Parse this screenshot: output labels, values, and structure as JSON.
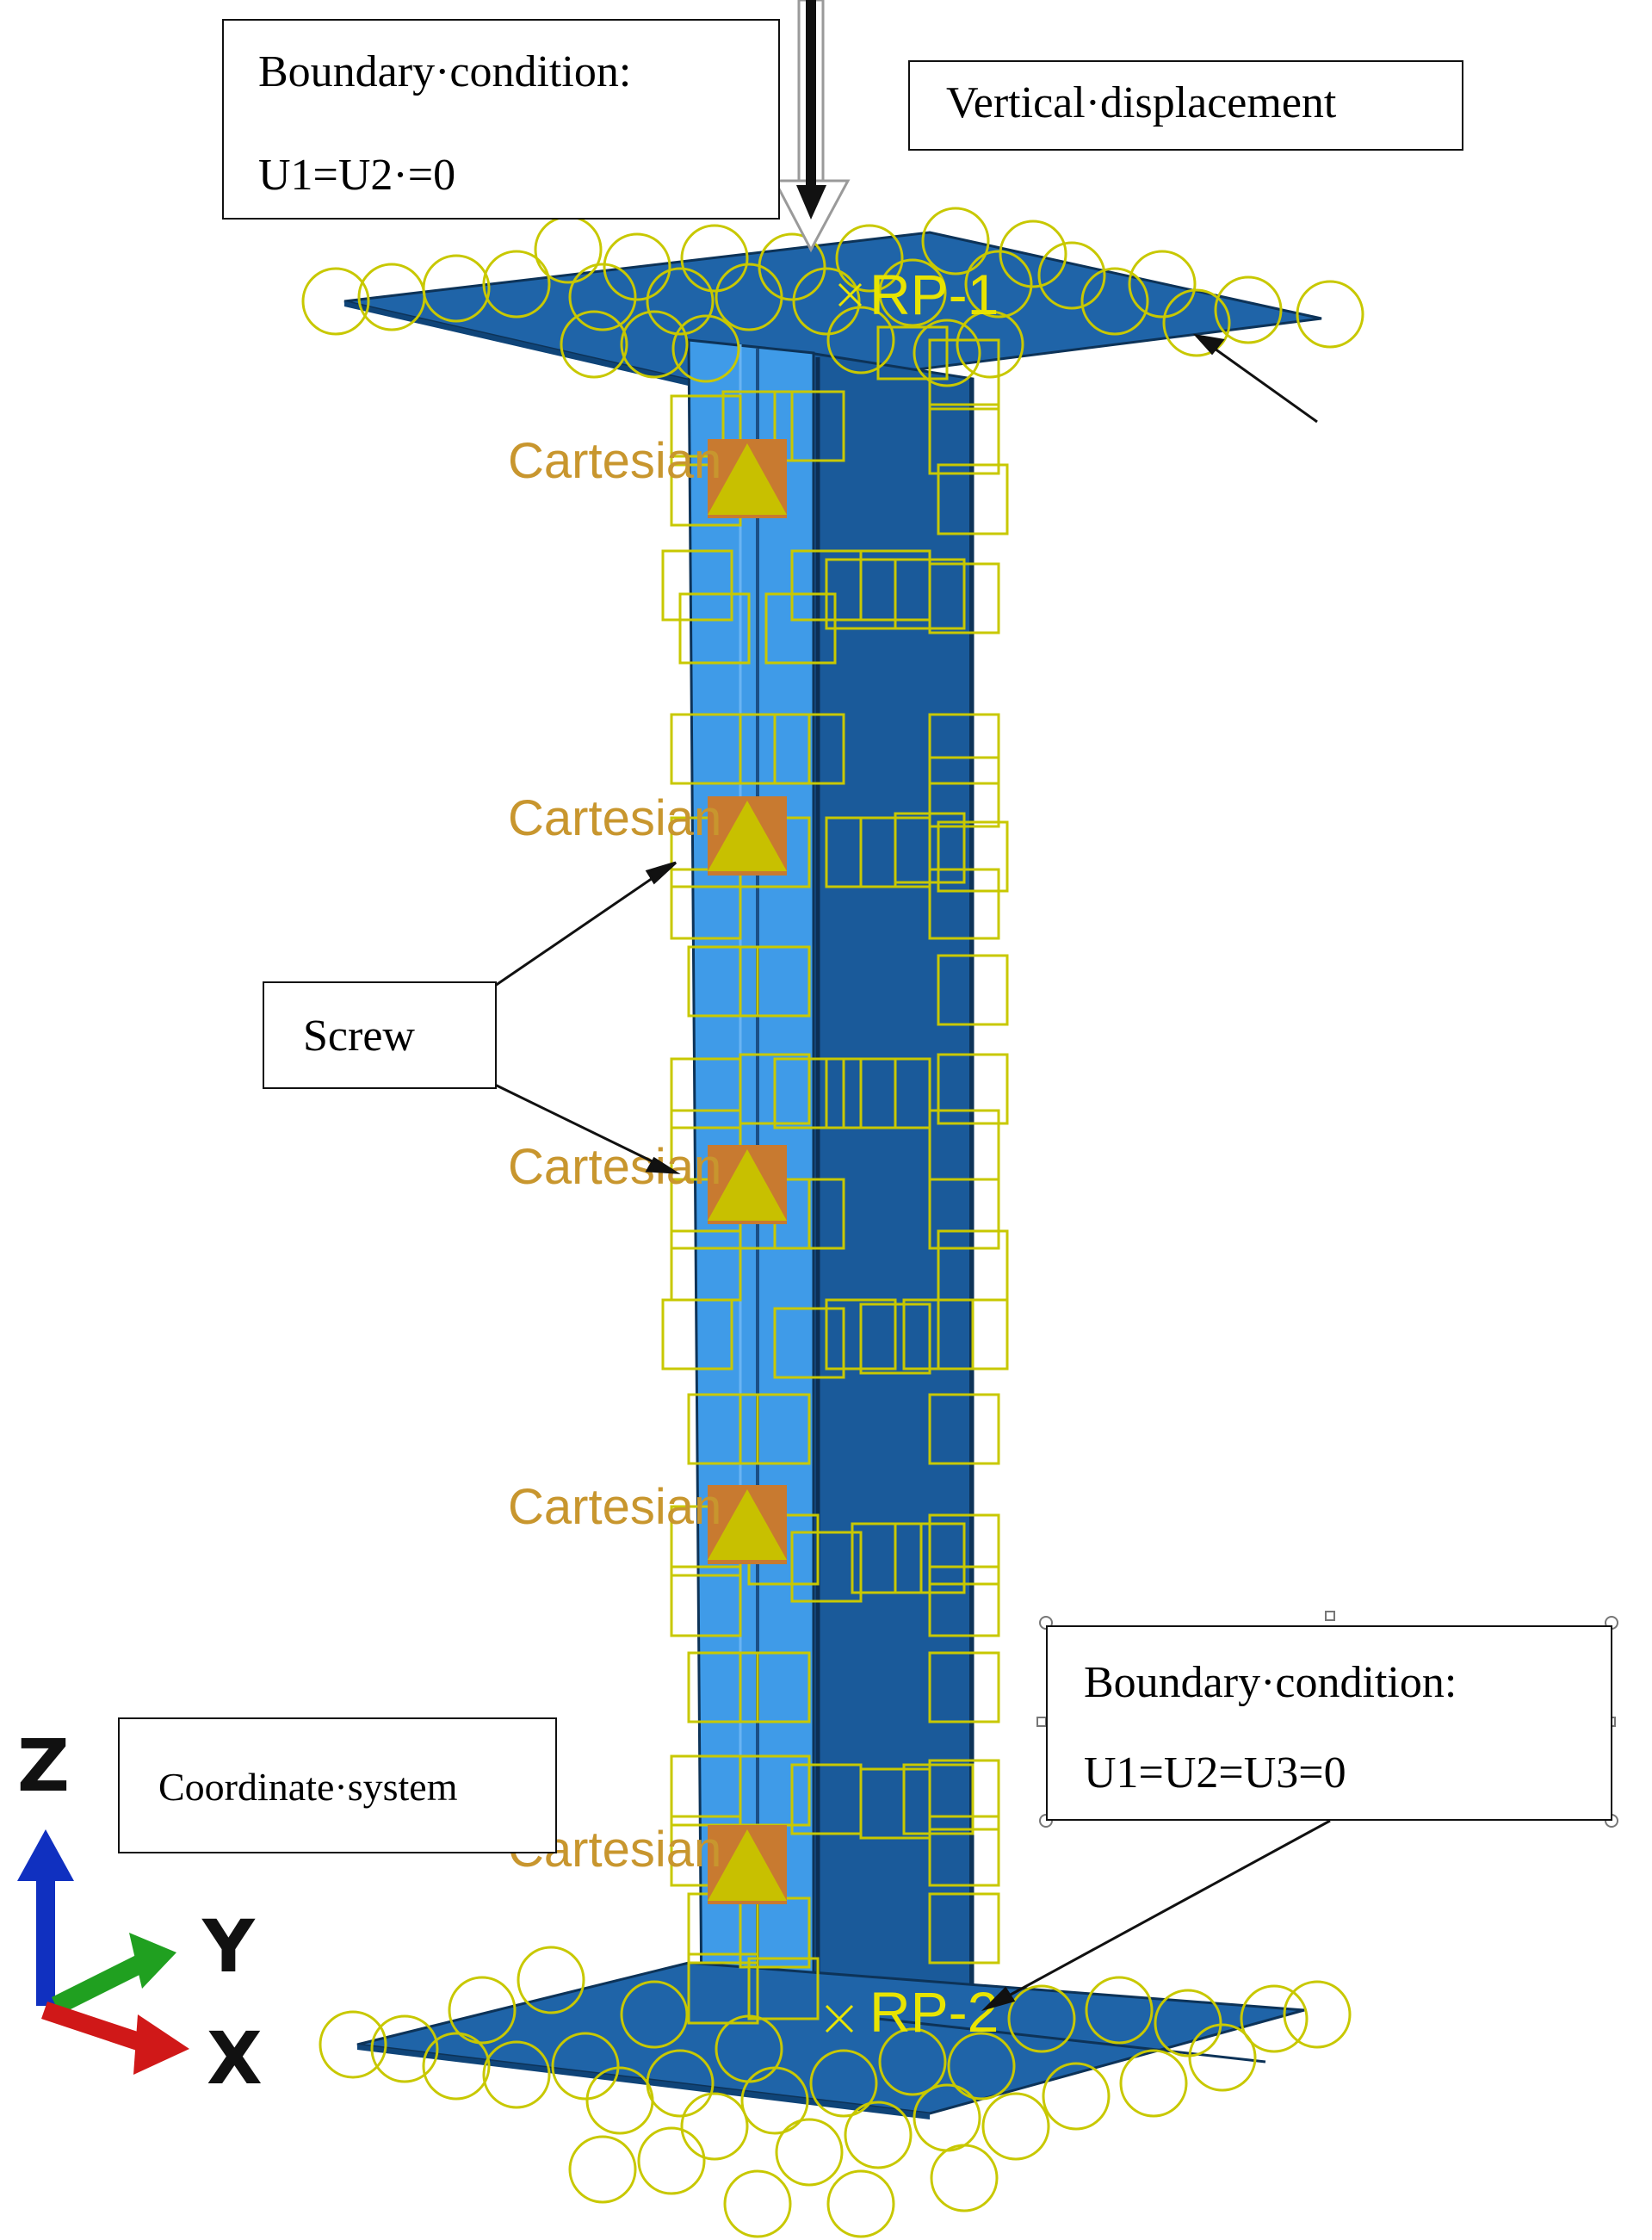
{
  "callouts": {
    "boundary_top_line1": "Boundary·condition:",
    "boundary_top_line2": "U1=U2·=0",
    "vertical_displacement": "Vertical·displacement",
    "screw": "Screw",
    "coordinate_system": "Coordinate·system",
    "boundary_bottom_line1": "Boundary·condition:",
    "boundary_bottom_line2": "U1=U2=U3=0"
  },
  "model_labels": {
    "reference_point_top": "RP-1",
    "reference_point_bottom": "RP-2",
    "csys_label": "Cartesian"
  },
  "triad": {
    "z": "Z",
    "y": "Y",
    "x": "X"
  },
  "colors": {
    "plate": "#1f64a8",
    "column_dark": "#1a5a9a",
    "column_light": "#3f9be8",
    "constraint_yellow": "#c8c800",
    "csys_orange": "#c87a30",
    "label_yellow": "#e8e400",
    "axis_z": "#1030c0",
    "axis_y": "#20a020",
    "axis_x": "#d01818"
  }
}
